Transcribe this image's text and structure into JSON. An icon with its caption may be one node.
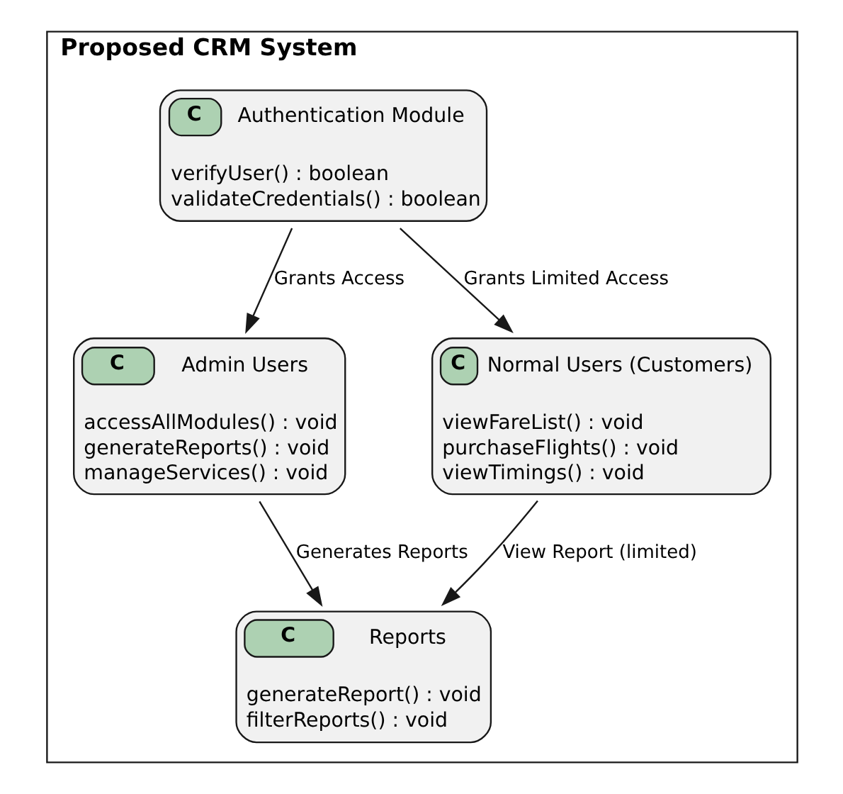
{
  "diagram": {
    "nodes": [
      {
        "text": [
          "Proposed CRM System"
        ]
      },
      {
        "text": [
          "C",
          "Authentication Module",
          "verifyUser() : boolean",
          "validateCredentials() : boolean"
        ],
        "in": 0
      },
      {
        "text": [
          "C",
          "Admin Users",
          "accessAllModules() : void",
          "generateReports() : void",
          "manageServices() : void"
        ],
        "in": 0
      },
      {
        "text": [
          "C",
          "Normal Users (Customers)",
          "viewFareList() : void",
          "purchaseFlights() : void",
          "viewTimings() : void"
        ],
        "in": 0
      },
      {
        "text": [
          "C",
          "Reports",
          "generateReport() : void",
          "filterReports() : void"
        ],
        "in": 0
      }
    ],
    "edges": [
      {
        "from": 1,
        "to": 2,
        "arrow": "to",
        "label": "Grants Access"
      },
      {
        "from": 1,
        "to": 3,
        "arrow": "to",
        "label": "Grants Limited Access"
      },
      {
        "from": 2,
        "to": 4,
        "arrow": "to",
        "label": "Generates Reports"
      },
      {
        "from": 3,
        "to": 4,
        "arrow": "to",
        "label": "View Report (limited)"
      }
    ]
  }
}
